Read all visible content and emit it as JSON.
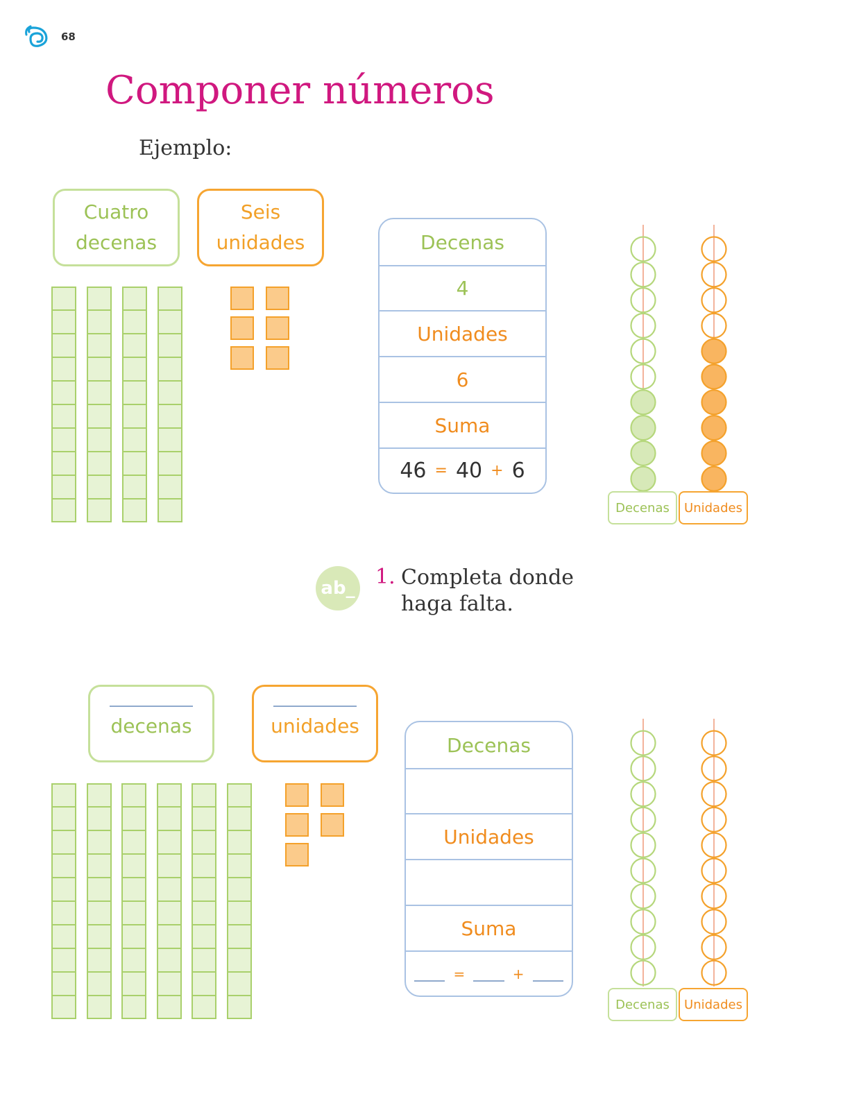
{
  "page": {
    "number": "68",
    "icon": "spiral-icon"
  },
  "title": "Componer números",
  "example_label": "Ejemplo:",
  "example": {
    "tens_card": {
      "line1": "Cuatro",
      "line2": "decenas"
    },
    "units_card": {
      "line1": "Seis",
      "line2": "unidades"
    },
    "tens_rods": 4,
    "units_blocks": 6,
    "table": {
      "tens_header": "Decenas",
      "tens_value": "4",
      "units_header": "Unidades",
      "units_value": "6",
      "sum_header": "Suma",
      "sum_left": "46",
      "sum_equals": "=",
      "sum_mid": "40",
      "sum_plus": "+",
      "sum_right": "6"
    },
    "abacus": {
      "tens_label": "Decenas",
      "units_label": "Unidades",
      "tens_filled": 4,
      "units_filled": 6,
      "beads": 10
    }
  },
  "exercise": {
    "number": "1.",
    "instruction": "Completa donde haga falta.",
    "badge": "ab_",
    "tens_card": {
      "line2": "decenas"
    },
    "units_card": {
      "line2": "unidades"
    },
    "tens_rods": 6,
    "units_blocks": 5,
    "table": {
      "tens_header": "Decenas",
      "units_header": "Unidades",
      "sum_header": "Suma",
      "sum_equals": "=",
      "sum_plus": "+"
    },
    "abacus": {
      "tens_label": "Decenas",
      "units_label": "Unidades",
      "tens_filled": 0,
      "units_filled": 0,
      "beads": 10
    }
  },
  "colors": {
    "title": "#d0187f",
    "green": "#9cc256",
    "orange": "#f08c1e",
    "blue_border": "#a9c2e3"
  }
}
